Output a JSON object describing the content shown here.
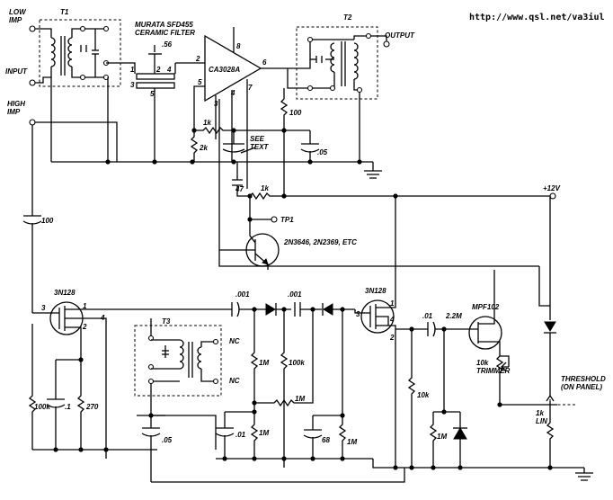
{
  "url": "http://www.qsl.net/va3iul",
  "labels": {
    "low_imp": "LOW\nIMP",
    "input": "INPUT",
    "high_imp": "HIGH\nIMP",
    "t1": "T1",
    "t2": "T2",
    "t3": "T3",
    "filter": "MURATA SFD455\nCERAMIC FILTER",
    "c56": ".56",
    "ic": "CA3028A",
    "output": "OUTPUT",
    "see_text": "SEE\nTEXT",
    "plus12v": "+12V",
    "tp1": "TP1",
    "transistor": "2N3646, 2N2369, ETC",
    "fet1": "3N128",
    "fet2": "3N128",
    "mpf": "MPF102",
    "trimmer": "10k\nTRIMMER",
    "threshold": "THRESHOLD\n(ON PANEL)",
    "lin": "1k\nLIN",
    "nc1": "NC",
    "nc2": "NC"
  },
  "pins": {
    "filter": [
      "1",
      "2",
      "4",
      "3",
      "5"
    ],
    "ic": [
      "2",
      "8",
      "6",
      "5",
      "4",
      "7",
      "3"
    ],
    "fet1": [
      "3",
      "1",
      "4",
      "2"
    ],
    "fet2": [
      "3",
      "1",
      "4",
      "2"
    ]
  },
  "values": {
    "r_1k_a": "1k",
    "r_2k": "2k",
    "r_100_out": "100",
    "c_05_out": ".05",
    "c_47": "47",
    "r_1k_b": "1k",
    "c_100": "100",
    "c_001_a": ".001",
    "c_001_b": ".001",
    "c_01_a": ".01",
    "r_2_2m": "2.2M",
    "r_1m_a": "1M",
    "r_100k_a": "100k",
    "r_1m_b": "1M",
    "r_1m_c": "1M",
    "r_1m_d": "1M",
    "c_01_b": ".01",
    "c_68": "68",
    "r_10k": "10k",
    "r_1m_e": "1M",
    "r_100k_b": "100k",
    "c_1": ".1",
    "r_270": "270",
    "c_05_low": ".05"
  }
}
